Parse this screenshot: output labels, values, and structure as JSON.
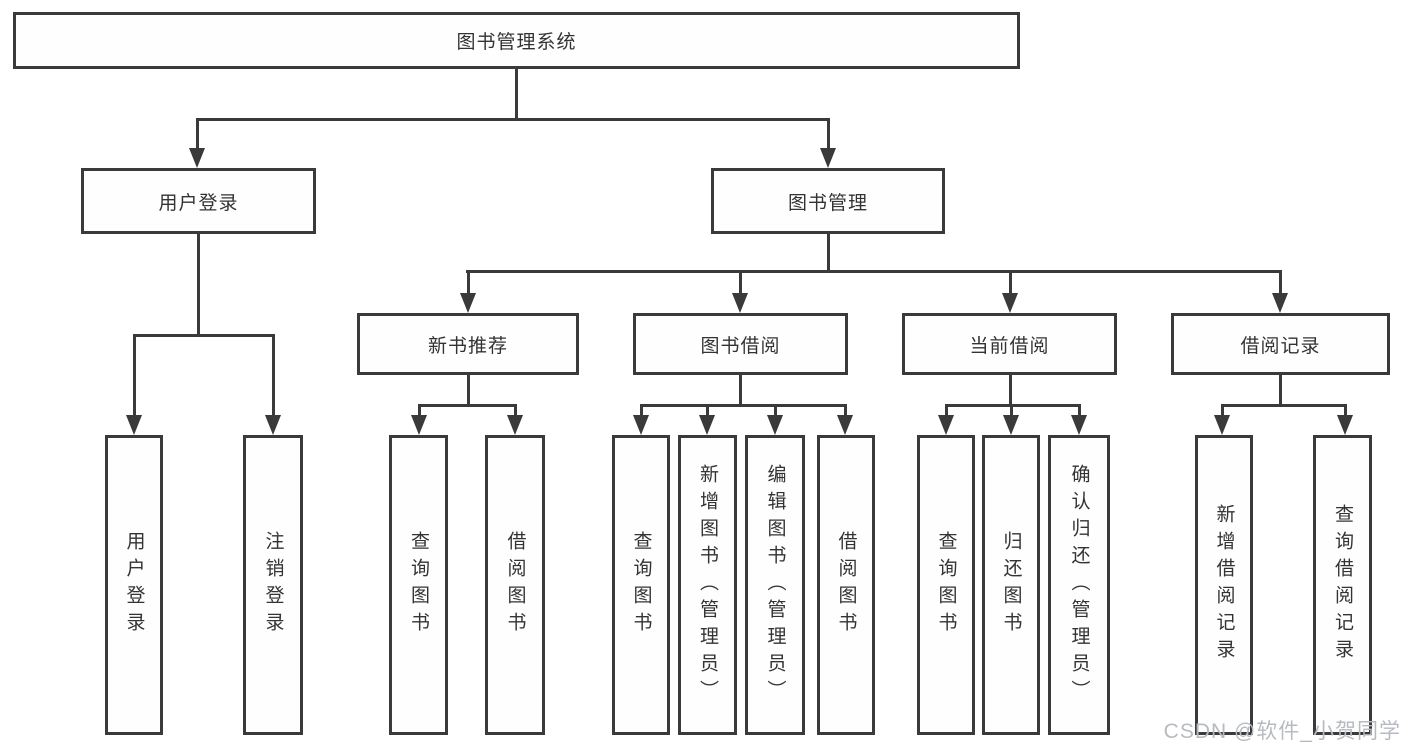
{
  "diagram": {
    "title": "图书管理系统",
    "root": "图书管理系统",
    "level2": [
      "用户登录",
      "图书管理"
    ],
    "level3": [
      "新书推荐",
      "图书借阅",
      "当前借阅",
      "借阅记录"
    ],
    "leaves": {
      "user_login": [
        "用户登录",
        "注销登录"
      ],
      "new_book_recommend": [
        "查询图书",
        "借阅图书"
      ],
      "book_borrow": [
        "查询图书",
        "新增图书（管理员）",
        "编辑图书（管理员）",
        "借阅图书"
      ],
      "current_borrow": [
        "查询图书",
        "归还图书",
        "确认归还（管理员）"
      ],
      "borrow_records": [
        "新增借阅记录",
        "查询借阅记录"
      ]
    }
  },
  "watermark": "CSDN @软件_小贺同学",
  "colors": {
    "line": "#3a3a3a",
    "text": "#333333",
    "watermark": "#b7bbc1",
    "background": "#ffffff"
  }
}
